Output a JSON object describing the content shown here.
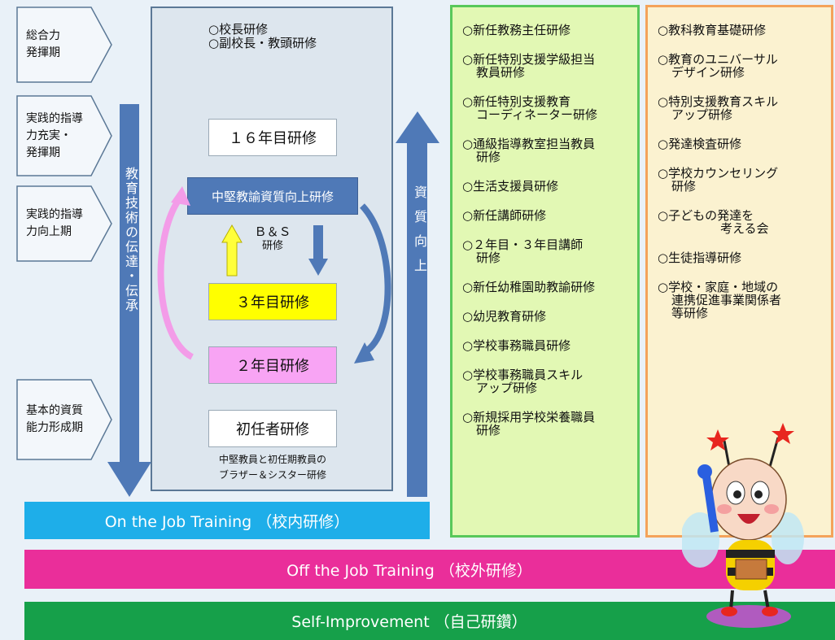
{
  "stages": [
    {
      "label": "総合力\n発揮期"
    },
    {
      "label": "実践的指導\n力充実・\n発揮期"
    },
    {
      "label": "実践的指導\n力向上期"
    },
    {
      "label": "基本的資質\n能力形成期"
    }
  ],
  "left_arrow_text": "教育技術の伝達・伝承",
  "right_arrow_text": "資質向上",
  "center": {
    "top_lines": [
      "○校長研修",
      "○副校長・教頭研修"
    ],
    "year16": "１６年目研修",
    "chuken": "中堅教諭資質向上研修",
    "bs": "Ｂ＆Ｓ",
    "bs_sub": "研修",
    "year3": "３年目研修",
    "year2": "２年目研修",
    "shonin": "初任者研修",
    "bottom_note": "中堅教員と初任期教員の\nブラザー＆シスター研修"
  },
  "green_items": [
    "○新任教務主任研修",
    "○新任特別支援学級担当\n教員研修",
    "○新任特別支援教育\nコーディネーター研修",
    "○通級指導教室担当教員\n研修",
    "○生活支援員研修",
    "○新任講師研修",
    "○２年目・３年目講師\n研修",
    "○新任幼稚園助教諭研修",
    "○幼児教育研修",
    "○学校事務職員研修",
    "○学校事務職員スキル\nアップ研修",
    "○新規採用学校栄養職員\n研修"
  ],
  "orange_items": [
    "○教科教育基礎研修",
    "○教育のユニバーサル\nデザイン研修",
    "○特別支援教育スキル\nアップ研修",
    "○発達検査研修",
    "○学校カウンセリング\n研修",
    "○子どもの発達を\n　　　　考える会",
    "○生徒指導研修",
    "○学校・家庭・地域の\n連携促進事業関係者\n等研修"
  ],
  "bands": {
    "ojt": "On the Job Training （校内研修）",
    "offjt": "Off the Job Training （校外研修）",
    "self": "Self-Improvement （自己研鑽）"
  },
  "colors": {
    "blue_arrow": "#4f79b7",
    "ojt": "#1eaee9",
    "offjt": "#ea2e9a",
    "self": "#16a04a",
    "year3": "#ffff00",
    "year2": "#f8a4f4"
  }
}
